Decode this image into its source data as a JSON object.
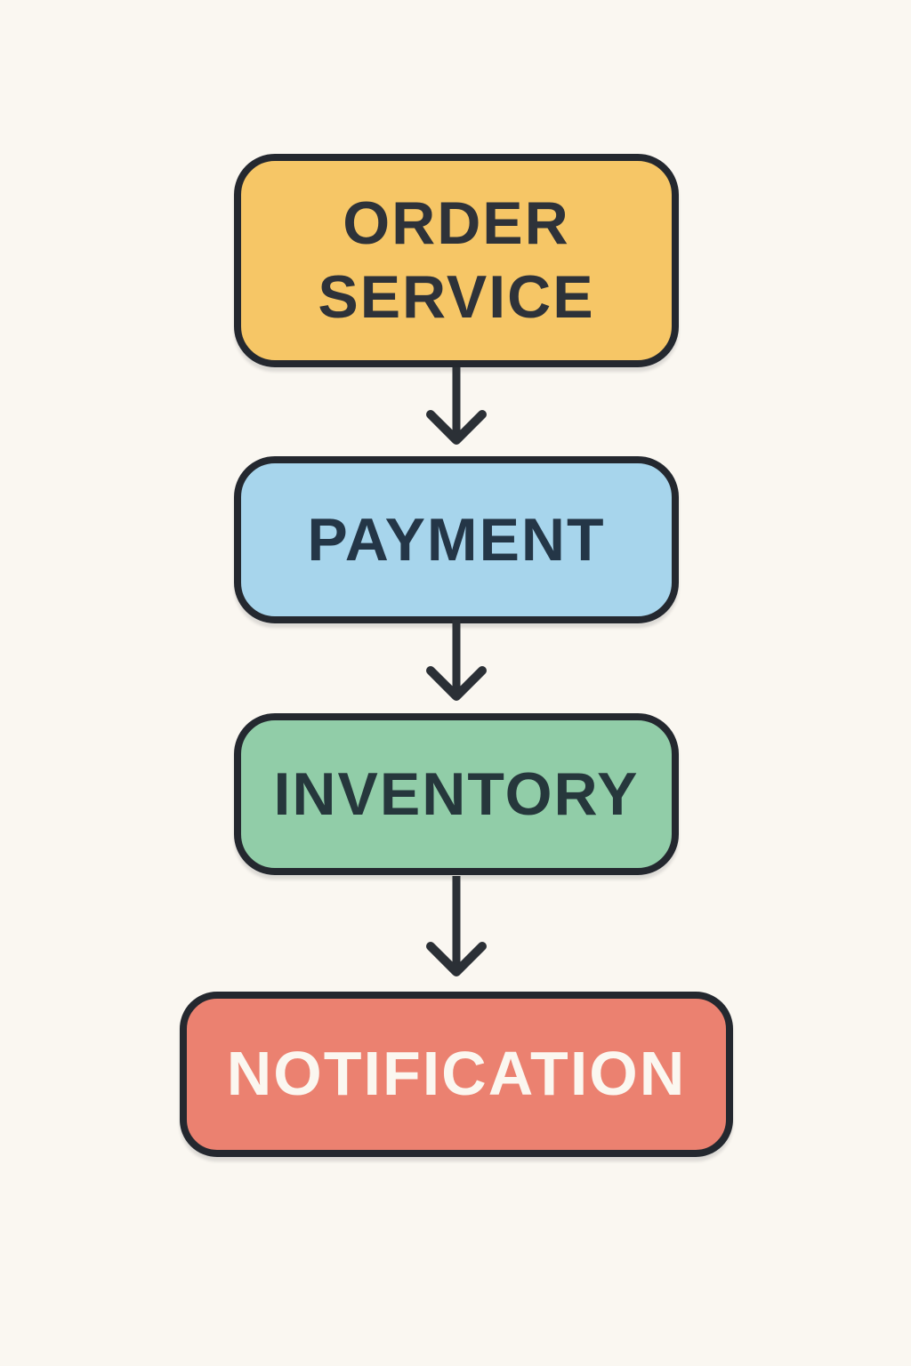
{
  "background": "#FAF7F1",
  "diagram": {
    "type": "flowchart",
    "direction": "top-down",
    "arrow_color": "#2B3036",
    "outline_color": "#24282F",
    "nodes": [
      {
        "id": "order-service",
        "label": "ORDER SERVICE",
        "fill": "#F6C666",
        "text_color": "#2E3239"
      },
      {
        "id": "payment",
        "label": "PAYMENT",
        "fill": "#A7D5EC",
        "text_color": "#243647"
      },
      {
        "id": "inventory",
        "label": "INVENTORY",
        "fill": "#91CDA8",
        "text_color": "#26373C"
      },
      {
        "id": "notification",
        "label": "NOTIFICATION",
        "fill": "#EB8170",
        "text_color": "#FBF7F0"
      }
    ],
    "edges": [
      {
        "from": "order-service",
        "to": "payment"
      },
      {
        "from": "payment",
        "to": "inventory"
      },
      {
        "from": "inventory",
        "to": "notification"
      }
    ]
  }
}
